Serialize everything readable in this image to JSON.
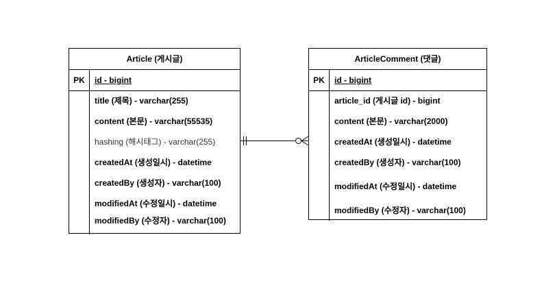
{
  "entities": {
    "article": {
      "title": "Article (게시글)",
      "pk_label": "PK",
      "pk_field": "id - bigint",
      "fields": [
        "title (제목) - varchar(255)",
        "content (본문) - varchar(55535)",
        "hashing (해시태그) - varchar(255)",
        "createdAt (생성일시) - datetime",
        "createdBy (생성자) - varchar(100)",
        "modifiedAt (수정일시) - datetime",
        "modifiedBy (수정자) - varchar(100)"
      ]
    },
    "article_comment": {
      "title": "ArticleComment (댓글)",
      "pk_label": "PK",
      "pk_field": "id - bigint",
      "fields": [
        "article_id (게시글 id) - bigint",
        "content (본문) - varchar(2000)",
        "createdAt (생성일시) - datetime",
        "createdBy (생성자) - varchar(100)",
        "modifiedAt (수정일시) - datetime",
        "modifiedBy (수정자) - varchar(100)"
      ]
    }
  },
  "relationship": {
    "from_cardinality": "exactly-one",
    "to_cardinality": "zero-or-many"
  },
  "colors": {
    "line": "#000000",
    "background": "#ffffff"
  }
}
